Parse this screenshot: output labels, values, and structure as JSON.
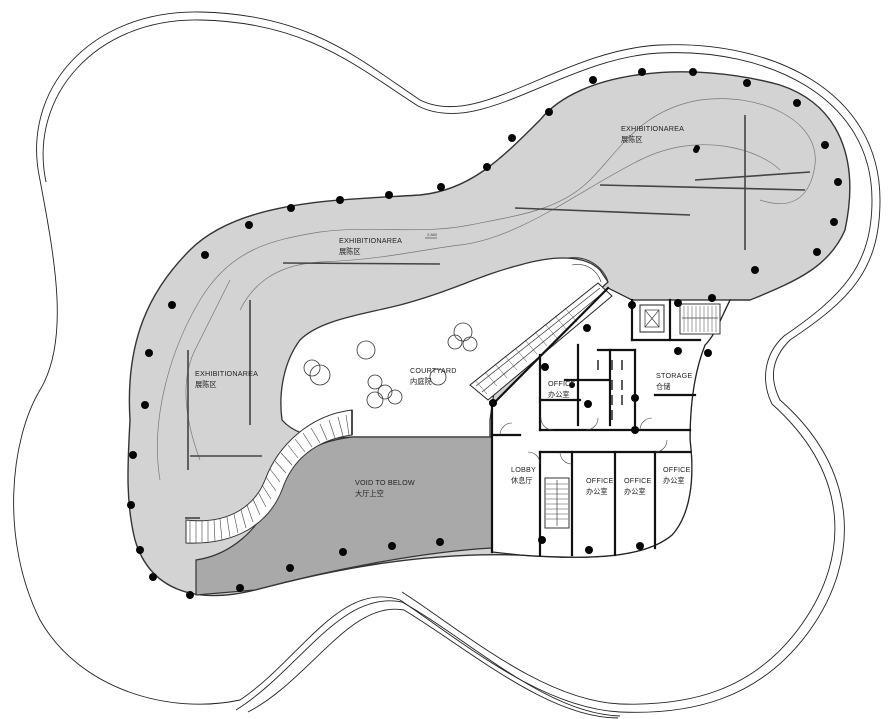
{
  "drawing": {
    "labels": {
      "exhibition_top_right": {
        "en": "EXHIBITIONAREA",
        "cn": "展陈区"
      },
      "exhibition_top_center": {
        "en": "EXHIBITIONAREA",
        "cn": "展陈区"
      },
      "exhibition_left": {
        "en": "EXHIBITIONAREA",
        "cn": "展陈区"
      },
      "courtyard": {
        "en": "COURTYARD",
        "cn": "内庭院"
      },
      "void": {
        "en": "VOID TO BELOW",
        "cn": "大厅上空"
      },
      "lobby": {
        "en": "LOBBY",
        "cn": "休息厅"
      },
      "office_upper": {
        "en": "OFFICE",
        "cn": "办公室"
      },
      "storage": {
        "en": "STORAGE",
        "cn": "仓储"
      },
      "office_1": {
        "en": "OFFICE",
        "cn": "办公室"
      },
      "office_2": {
        "en": "OFFICE",
        "cn": "办公室"
      },
      "office_3": {
        "en": "OFFICE",
        "cn": "办公室"
      }
    },
    "level_marker": "2.880",
    "colors": {
      "floor_fill": "#d3d3d3",
      "void_fill": "#a9a9a9",
      "outline": "#444444",
      "wall": "#111111",
      "column": "#050505"
    }
  }
}
